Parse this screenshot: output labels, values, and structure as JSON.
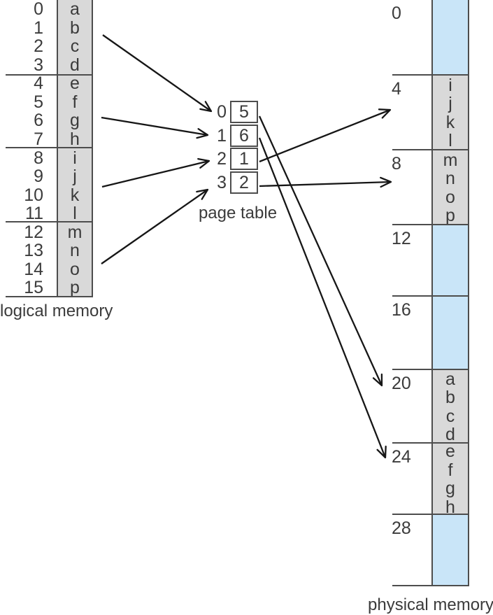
{
  "logical": {
    "label": "logical memory",
    "rows": [
      {
        "addr": "0",
        "char": "a"
      },
      {
        "addr": "1",
        "char": "b"
      },
      {
        "addr": "2",
        "char": "c"
      },
      {
        "addr": "3",
        "char": "d"
      },
      {
        "addr": "4",
        "char": "e"
      },
      {
        "addr": "5",
        "char": "f"
      },
      {
        "addr": "6",
        "char": "g"
      },
      {
        "addr": "7",
        "char": "h"
      },
      {
        "addr": "8",
        "char": "i"
      },
      {
        "addr": "9",
        "char": "j"
      },
      {
        "addr": "10",
        "char": "k"
      },
      {
        "addr": "11",
        "char": "l"
      },
      {
        "addr": "12",
        "char": "m"
      },
      {
        "addr": "13",
        "char": "n"
      },
      {
        "addr": "14",
        "char": "o"
      },
      {
        "addr": "15",
        "char": "p"
      }
    ]
  },
  "page_table": {
    "label": "page table",
    "entries": [
      {
        "index": "0",
        "frame": "5"
      },
      {
        "index": "1",
        "frame": "6"
      },
      {
        "index": "2",
        "frame": "1"
      },
      {
        "index": "3",
        "frame": "2"
      }
    ]
  },
  "physical": {
    "label": "physical memory",
    "frames": [
      {
        "addr": "0",
        "chars": []
      },
      {
        "addr": "4",
        "chars": [
          "i",
          "j",
          "k",
          "l"
        ]
      },
      {
        "addr": "8",
        "chars": [
          "m",
          "n",
          "o",
          "p"
        ]
      },
      {
        "addr": "12",
        "chars": []
      },
      {
        "addr": "16",
        "chars": []
      },
      {
        "addr": "20",
        "chars": [
          "a",
          "b",
          "c",
          "d"
        ]
      },
      {
        "addr": "24",
        "chars": [
          "e",
          "f",
          "g",
          "h"
        ]
      },
      {
        "addr": "28",
        "chars": []
      }
    ]
  },
  "colors": {
    "frame_empty": "#c9e5f8",
    "frame_filled": "#d9d9d9",
    "border": "#4d4d4d",
    "text": "#3b3b3b",
    "arrow": "#161616"
  }
}
